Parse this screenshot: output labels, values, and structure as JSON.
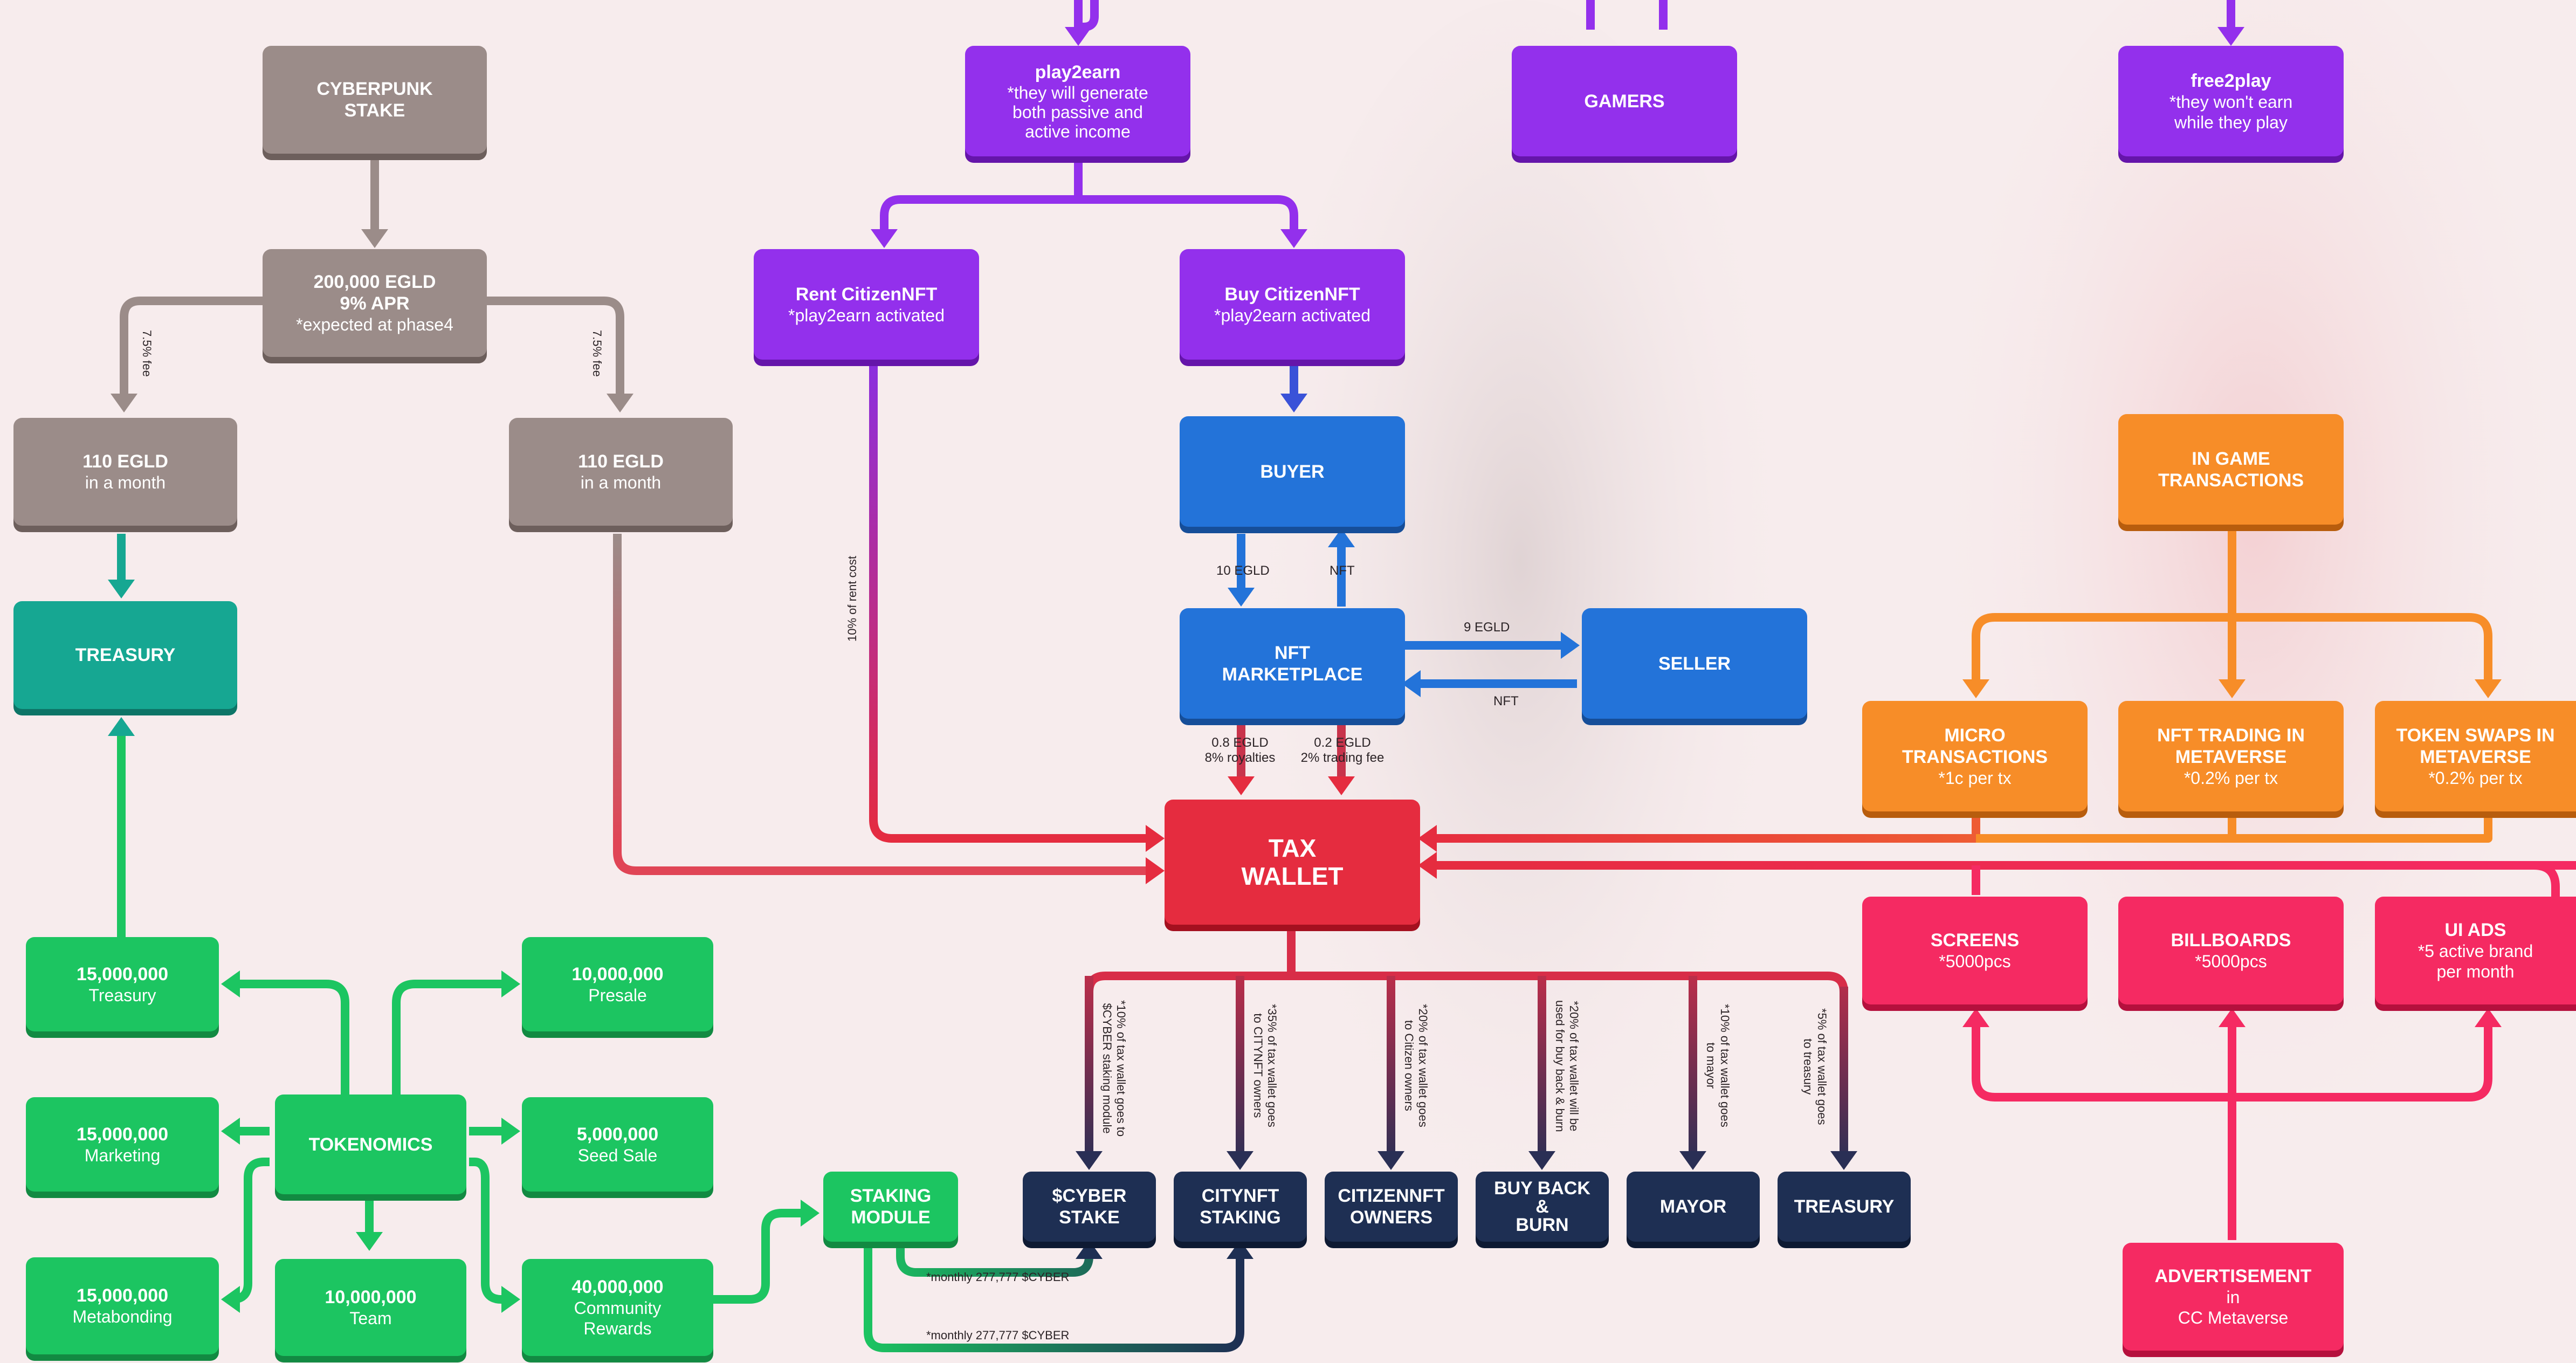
{
  "colors": {
    "grey": "#9b8c89",
    "teal": "#16a792",
    "green": "#1cc561",
    "purple": "#9330ec",
    "blue": "#2373d9",
    "red": "#e52c3f",
    "navy": "#1e2f53",
    "orange": "#f78d28",
    "pink": "#f52a62"
  },
  "nodes": {
    "cyberpunk_stake": {
      "title": "CYBERPUNK\nSTAKE"
    },
    "egld_pool": {
      "title": "200,000 EGLD\n9% APR",
      "sub": "*expected at phase4"
    },
    "egld_left": {
      "title": "110 EGLD",
      "sub": "in a month"
    },
    "egld_right": {
      "title": "110 EGLD",
      "sub": "in a month"
    },
    "treasury_top": {
      "title": "TREASURY"
    },
    "tok_treasury": {
      "title": "15,000,000",
      "sub": "Treasury"
    },
    "tok_presale": {
      "title": "10,000,000",
      "sub": "Presale"
    },
    "tok_marketing": {
      "title": "15,000,000",
      "sub": "Marketing"
    },
    "tokenomics": {
      "title": "TOKENOMICS"
    },
    "tok_seed": {
      "title": "5,000,000",
      "sub": "Seed Sale"
    },
    "tok_metabonding": {
      "title": "15,000,000",
      "sub": "Metabonding"
    },
    "tok_team": {
      "title": "10,000,000",
      "sub": "Team"
    },
    "tok_community": {
      "title": "40,000,000",
      "sub": "Community\nRewards"
    },
    "staking_module": {
      "title": "STAKING\nMODULE"
    },
    "play2earn": {
      "title": "play2earn",
      "sub": "*they will generate\nboth passive and\nactive income"
    },
    "gamers": {
      "title": "GAMERS"
    },
    "free2play": {
      "title": "free2play",
      "sub": "*they won't earn\nwhile they play"
    },
    "rent": {
      "title": "Rent CitizenNFT",
      "sub": "*play2earn activated"
    },
    "buy": {
      "title": "Buy CitizenNFT",
      "sub": "*play2earn activated"
    },
    "buyer": {
      "title": "BUYER"
    },
    "marketplace": {
      "title": "NFT\nMARKETPLACE"
    },
    "seller": {
      "title": "SELLER"
    },
    "tax_wallet": {
      "title": "TAX\nWALLET"
    },
    "cyber_stake": {
      "title": "$CYBER\nSTAKE"
    },
    "citynft_staking": {
      "title": "CITYNFT\nSTAKING"
    },
    "citizen_owners": {
      "title": "CITIZENNFT\nOWNERS"
    },
    "buyback": {
      "title": "BUY BACK\n&\nBURN"
    },
    "mayor": {
      "title": "MAYOR"
    },
    "treasury_bottom": {
      "title": "TREASURY"
    },
    "ingame": {
      "title": "IN GAME\nTRANSACTIONS"
    },
    "micro": {
      "title": "MICRO\nTRANSACTIONS",
      "sub": "*1c per tx"
    },
    "nft_trading": {
      "title": "NFT TRADING IN\nMETAVERSE",
      "sub": "*0.2% per tx"
    },
    "token_swaps": {
      "title": "TOKEN SWAPS IN\nMETAVERSE",
      "sub": "*0.2% per tx"
    },
    "screens": {
      "title": "SCREENS",
      "sub": "*5000pcs"
    },
    "billboards": {
      "title": "BILLBOARDS",
      "sub": "*5000pcs"
    },
    "ui_ads": {
      "title": "UI ADS",
      "sub": "*5 active brand\nper month"
    },
    "advertisement": {
      "title": "ADVERTISEMENT",
      "sub": "in\nCC Metaverse"
    }
  },
  "labels": {
    "fee_left": "7.5% fee",
    "fee_right": "7.5% fee",
    "rent_cost": "10% of rent cost",
    "buyer_egld": "10 EGLD",
    "buyer_nft": "NFT",
    "to_seller": "9 EGLD",
    "to_market": "NFT",
    "royalties": "0.8 EGLD\n8% royalties",
    "trading_fee": "0.2 EGLD\n2% trading fee",
    "split_cyber": "*10% of tax wallet goes to\n$CYBER staking module",
    "split_citynft": "*35% of tax wallet goes\nto CITYNFT owners",
    "split_citizen": "*20% of tax wallet goes\nto Citizen owners",
    "split_buyback": "*20% of tax wallet will be\nused for buy back & burn",
    "split_mayor": "*10% of tax wallet goes\nto mayor",
    "split_treasury": "*5% of tax wallet goes\nto treasury",
    "monthly_1": "*monthly 277,777 $CYBER",
    "monthly_2": "*monthly 277,777 $CYBER"
  }
}
